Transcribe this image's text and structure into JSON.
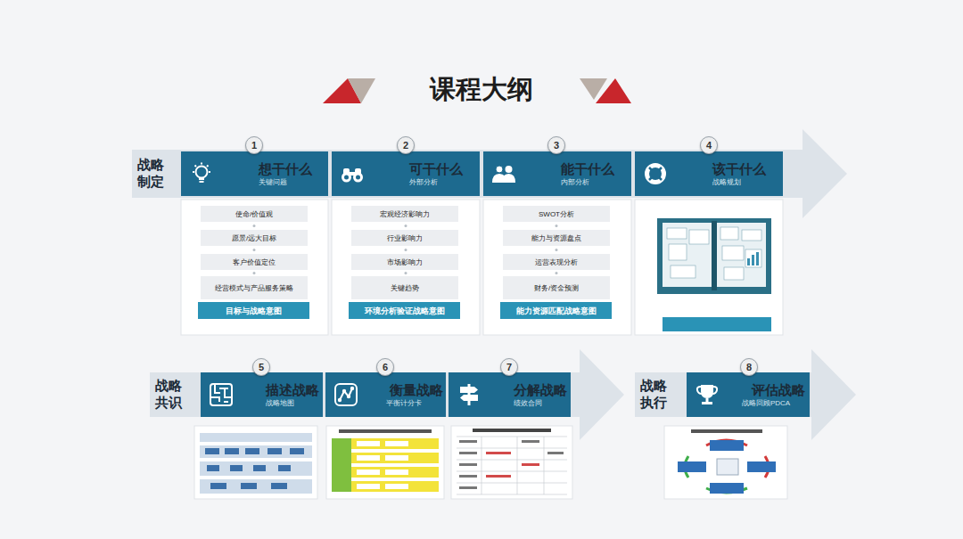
{
  "diagram": {
    "title": "课程大纲",
    "nodes": [
      {
        "text": [
          "战略制定"
        ]
      },
      {
        "text": [
          "1"
        ]
      },
      {
        "text": [
          "想干什么",
          "关键问题"
        ],
        "in": 0
      },
      {
        "text": [
          "使命/价值观"
        ]
      },
      {
        "text": [
          "愿景/远大目标"
        ]
      },
      {
        "text": [
          "客户价值定位"
        ]
      },
      {
        "text": [
          "经营模式与产品服务策略"
        ]
      },
      {
        "text": [
          "目标与战略意图"
        ]
      },
      {
        "text": [
          "2"
        ]
      },
      {
        "text": [
          "可干什么",
          "外部分析"
        ],
        "in": 0
      },
      {
        "text": [
          "宏观经济影响力"
        ]
      },
      {
        "text": [
          "行业影响力"
        ]
      },
      {
        "text": [
          "市场影响力"
        ]
      },
      {
        "text": [
          "关键趋势"
        ]
      },
      {
        "text": [
          "环境分析验证战略意图"
        ]
      },
      {
        "text": [
          "3"
        ]
      },
      {
        "text": [
          "能干什么",
          "内部分析"
        ],
        "in": 0
      },
      {
        "text": [
          "SWOT分析"
        ]
      },
      {
        "text": [
          "能力与资源盘点"
        ]
      },
      {
        "text": [
          "运营表现分析"
        ]
      },
      {
        "text": [
          "财务/资金预测"
        ]
      },
      {
        "text": [
          "能力资源匹配战略意图"
        ]
      },
      {
        "text": [
          "4"
        ]
      },
      {
        "text": [
          "该干什么",
          "战略规划"
        ],
        "in": 0
      },
      {
        "text": [
          "战略共识"
        ]
      },
      {
        "text": [
          "5"
        ]
      },
      {
        "text": [
          "描述战略",
          "战略地图"
        ],
        "in": 24
      },
      {
        "text": [
          "6"
        ]
      },
      {
        "text": [
          "衡量战略",
          "平衡计分卡"
        ],
        "in": 24
      },
      {
        "text": [
          "7"
        ]
      },
      {
        "text": [
          "分解战略",
          "绩效合同"
        ],
        "in": 24
      },
      {
        "text": [
          "战略执行"
        ]
      },
      {
        "text": [
          "8"
        ]
      },
      {
        "text": [
          "评估战略",
          "战略回顾PDCA"
        ],
        "in": 31
      }
    ]
  }
}
